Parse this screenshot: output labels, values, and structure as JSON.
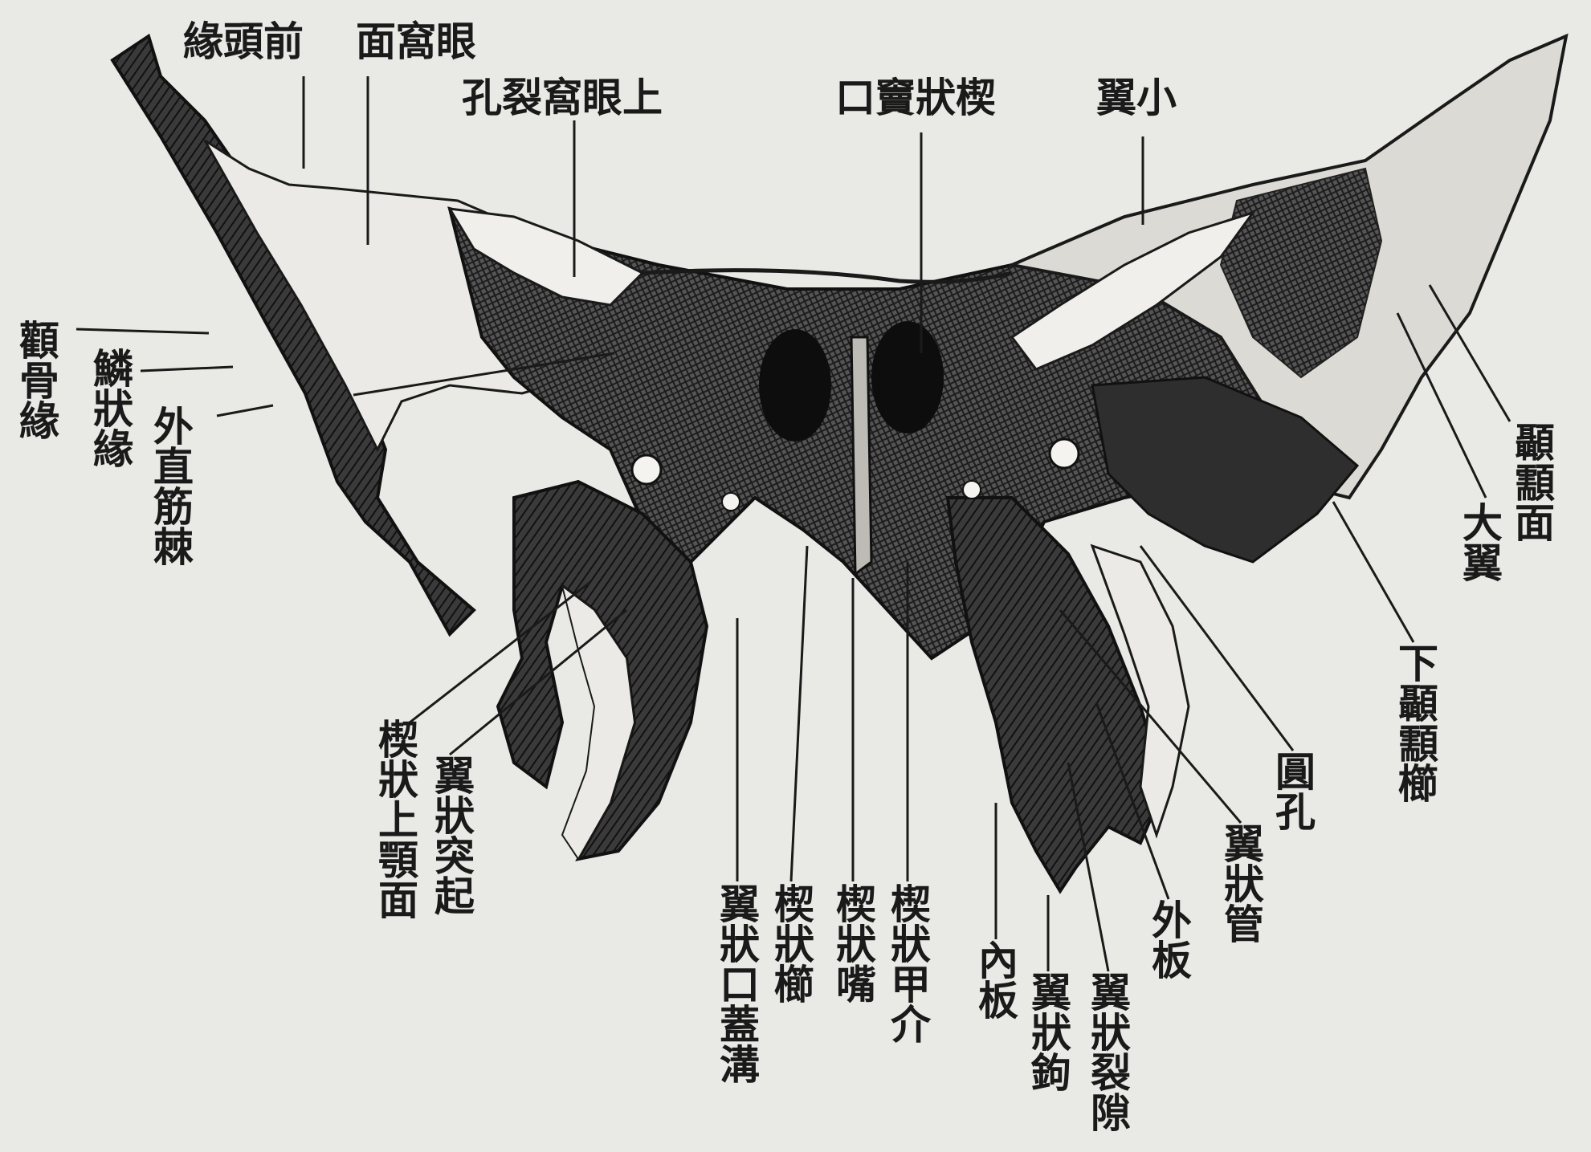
{
  "labels": {
    "frontal_margin": "緣頭前",
    "orbital_surface": "面窩眼",
    "superior_orbital_fissure": "孔裂窩眼上",
    "sphenoid_sinus_opening": "口竇狀楔",
    "lesser_wing": "翼小",
    "zygomatic_margin": "顴骨緣",
    "squamous_margin": "鱗狀緣",
    "lateral_rectus_spine": "外直筋棘",
    "temporal_surface": "顳顬面",
    "greater_wing": "大翼",
    "infratemporal_crest": "下顳顬櫛",
    "foramen_rotundum": "圓孔",
    "pterygoid_canal": "翼狀管",
    "lateral_plate": "外板",
    "pterygoid_fissure": "翼狀裂隙",
    "pterygoid_hamulus": "翼狀鉤",
    "medial_plate": "內板",
    "sphenoid_concha": "楔狀甲介",
    "sphenoid_rostrum": "楔狀嘴",
    "sphenoid_crest": "楔狀櫛",
    "pterygoid_vaginal_groove": "翼狀口蓋溝",
    "pterygoid_process": "翼狀突起",
    "maxillary_surface": "楔狀上顎面"
  },
  "colors": {
    "background": "#e9e9e5",
    "ink": "#1a1a1a",
    "bone_dark": "#2b2b2b",
    "bone_light": "#eeeeea"
  }
}
